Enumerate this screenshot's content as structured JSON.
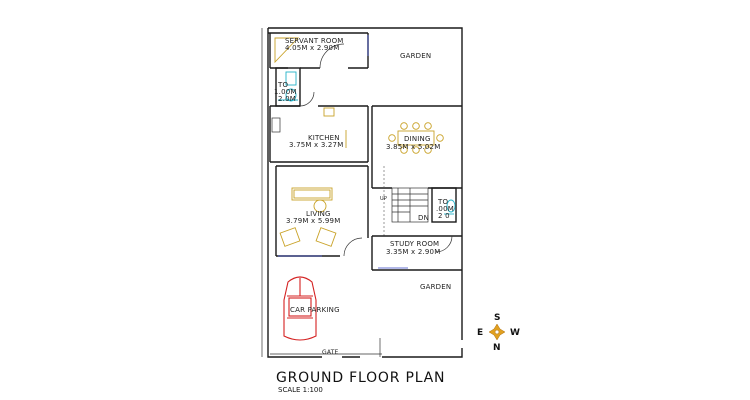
{
  "rooms": {
    "servant": {
      "name": "SERVANT ROOM",
      "dims": "4.05M x 2.90M"
    },
    "toilet": {
      "name": "TO",
      "dims": "1.00M",
      "dims2": "2.0M"
    },
    "garden_top": {
      "name": "GARDEN"
    },
    "kitchen": {
      "name": "KITCHEN",
      "dims": "3.75M x 3.27M"
    },
    "dining": {
      "name": "DINING",
      "dims": "3.85M x 5.02M"
    },
    "living": {
      "name": "LIVING",
      "dims": "3.79M x 5.99M"
    },
    "stair_right": {
      "name": "TO",
      "dims": ".00M",
      "dims2": "2 0"
    },
    "stair_dn": {
      "name": "DN"
    },
    "stair_up": {
      "name": "UP"
    },
    "study": {
      "name": "STUDY ROOM",
      "dims": "3.35M x 2.90M"
    },
    "garden_bottom": {
      "name": "GARDEN"
    },
    "parking": {
      "name": "CAR PARKING"
    },
    "gate": {
      "name": "GATE"
    }
  },
  "title": "GROUND FLOOR PLAN",
  "scale": "SCALE 1:100",
  "compass": {
    "top": "S",
    "left": "E",
    "right": "W",
    "bottom": "N"
  },
  "colors": {
    "walls": "#1a1a1a",
    "furniture": "#c9a227",
    "fixtures": "#23b3c9",
    "car": "#d42020",
    "compass_star": "#e0a020"
  }
}
